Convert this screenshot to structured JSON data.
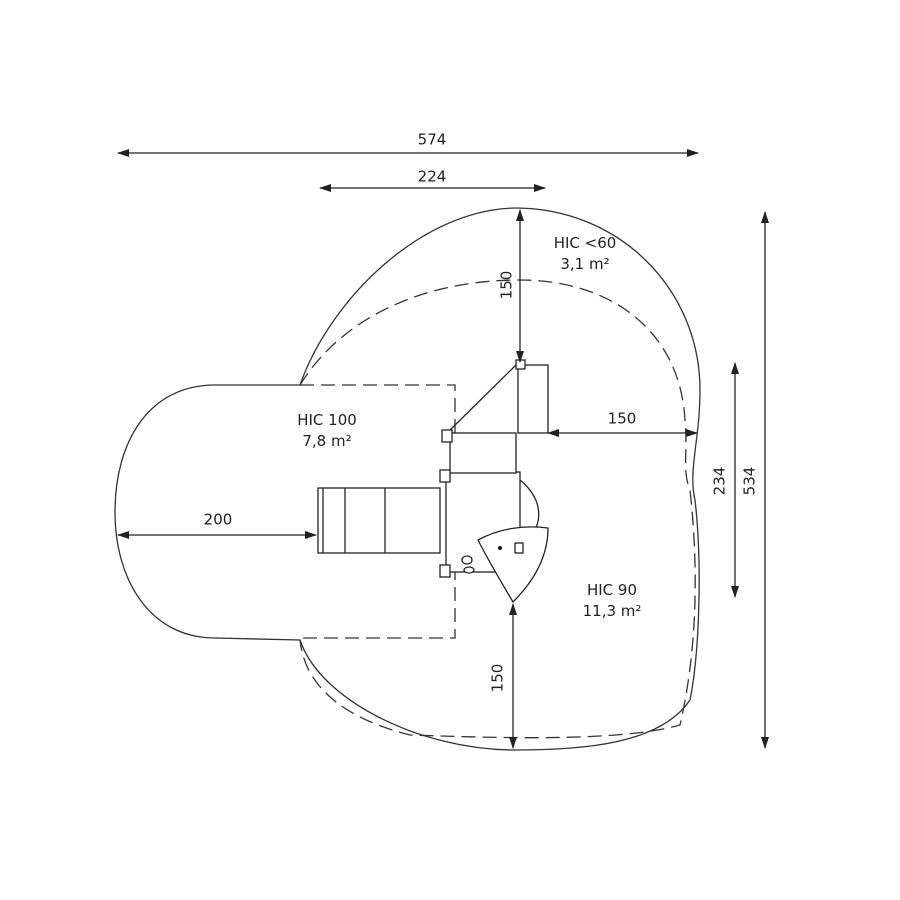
{
  "title": "Playground equipment safety zone plan",
  "colors": {
    "line": "#222222",
    "background": "#ffffff"
  },
  "dimensions": {
    "overall_width": "574",
    "top_width": "224",
    "top_clearance": "150",
    "right_clearance": "150",
    "inner_depth": "234",
    "overall_depth": "534",
    "slide_clearance": "200",
    "bottom_clearance": "150"
  },
  "zones": [
    {
      "name": "HIC <60",
      "area": "3,1 m²"
    },
    {
      "name": "HIC 100",
      "area": "7,8 m²"
    },
    {
      "name": "HIC 90",
      "area": "11,3 m²"
    }
  ]
}
